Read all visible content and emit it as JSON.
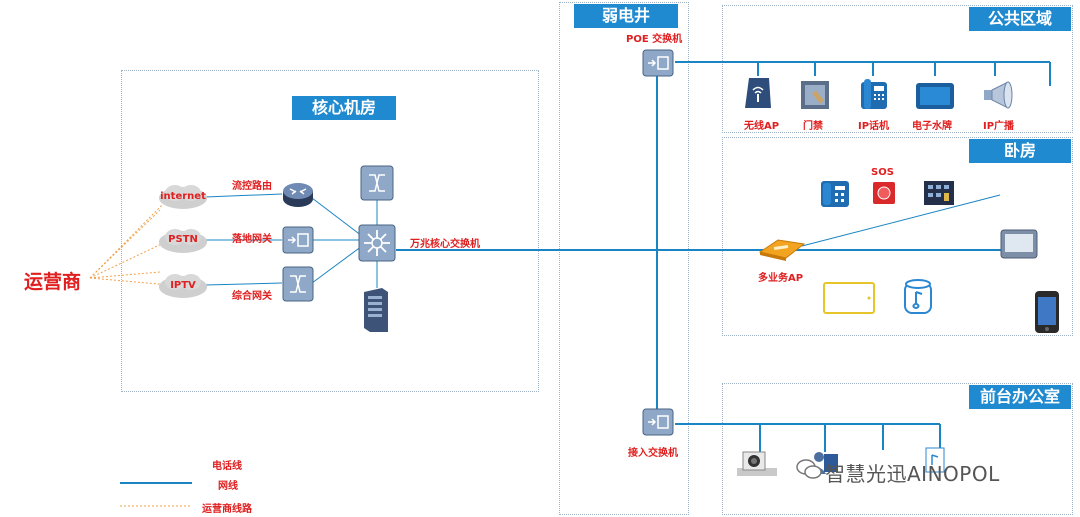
{
  "zones": {
    "core_room": {
      "title": "核心机房"
    },
    "weak_shaft": {
      "title": "弱电井"
    },
    "public_area": {
      "title": "公共区域"
    },
    "bedroom": {
      "title": "卧房"
    },
    "front_office": {
      "title": "前台办公室"
    }
  },
  "operator": {
    "label": "运营商"
  },
  "clouds": {
    "internet": "internet",
    "pstn": "PSTN",
    "iptv": "IPTV"
  },
  "core_devices": {
    "flow_router": "流控路由",
    "landline_gateway": "落地网关",
    "integrated_gateway": "综合网关",
    "core_switch": "万兆核心交换机"
  },
  "shaft_devices": {
    "poe_switch": "POE 交换机",
    "access_switch": "接入交换机"
  },
  "public_devices": {
    "wireless_ap": "无线AP",
    "door_access": "门禁",
    "ip_phone": "IP话机",
    "e_signage": "电子水牌",
    "ip_broadcast": "IP广播"
  },
  "bedroom": {
    "sos": "SOS",
    "multi_ap": "多业务AP"
  },
  "legend": {
    "phone_line": "电话线",
    "network_line": "网线",
    "operator_line": "运营商线路"
  },
  "watermark": "智慧光迅AINOPOL",
  "colors": {
    "title_bg": "#1f8ad0",
    "network_line": "#1a84c4",
    "operator_line": "#f0a04a",
    "label_red": "#e02020"
  }
}
